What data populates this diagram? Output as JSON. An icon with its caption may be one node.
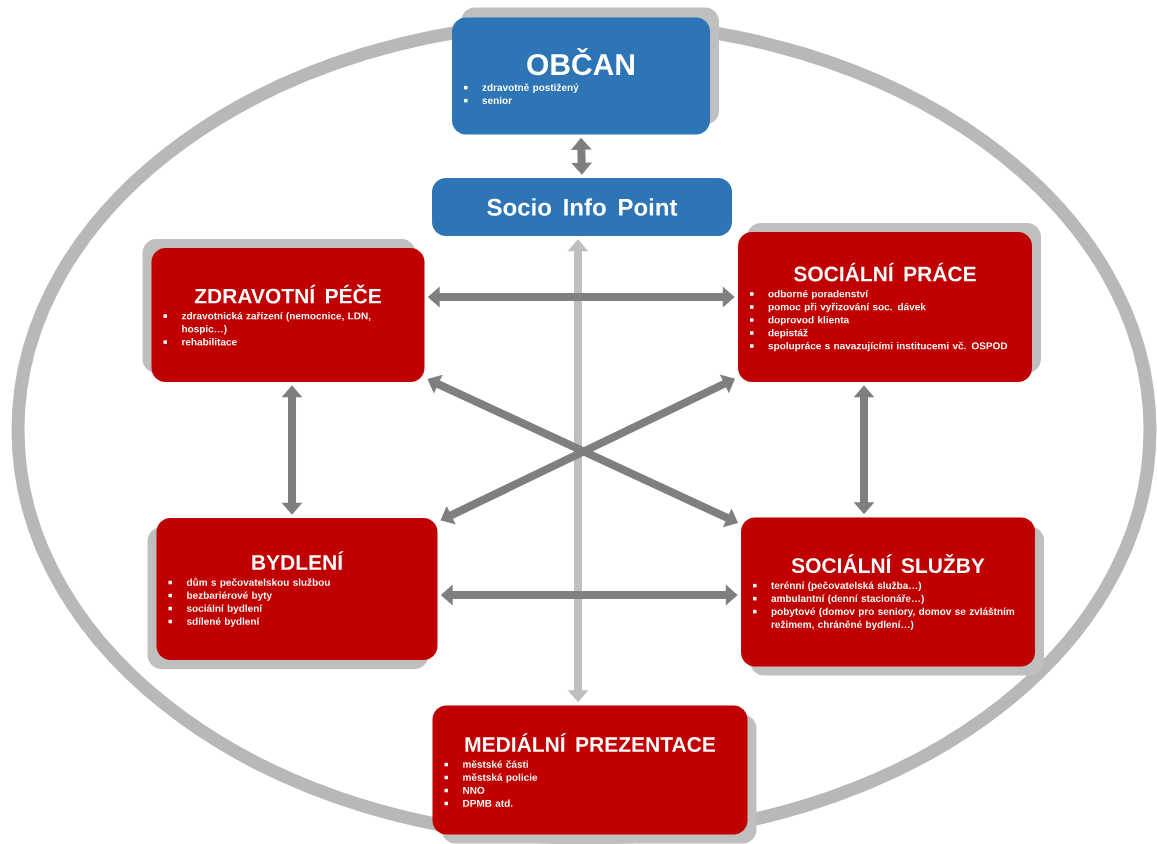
{
  "diagram": {
    "nodes": [
      {
        "text": [
          "OBČAN",
          "zdravotně postižený",
          "senior"
        ]
      },
      {
        "text": [
          "Socio Info Point"
        ]
      },
      {
        "text": [
          "ZDRAVOTNÍ PÉČE",
          "zdravotnická zařízení (nemocnice, LDN, hospic…)",
          "rehabilitace"
        ]
      },
      {
        "text": [
          "SOCIÁLNÍ PRÁCE",
          "odborné poradenství",
          "pomoc při vyřizování soc. dávek",
          "doprovod klienta",
          "depistáž",
          "spolupráce s navazujícími institucemi vč. OSPOD"
        ]
      },
      {
        "text": [
          "BYDLENÍ",
          "dům s pečovatelskou službou",
          "bezbariérové byty",
          "sociální bydlení",
          "sdílené bydlení"
        ]
      },
      {
        "text": [
          "SOCIÁLNÍ SLUŽBY",
          "terénní (pečovatelská služba…)",
          "ambulantní (denní stacionáře…)",
          "pobytové (domov pro seniory, domov se zvláštním režimem, chráněné bydlení…)"
        ]
      },
      {
        "text": [
          "MEDIÁLNÍ PREZENTACE",
          "městské části",
          "městská policie",
          "NNO",
          "DPMB atd."
        ]
      }
    ],
    "edges": [
      {
        "from": 0,
        "to": 1,
        "arrow": "both"
      },
      {
        "from": 1,
        "to": 6,
        "arrow": "both",
        "color": "#bfbfbf"
      },
      {
        "from": 2,
        "to": 3,
        "arrow": "both"
      },
      {
        "from": 2,
        "to": 4,
        "arrow": "both"
      },
      {
        "from": 3,
        "to": 5,
        "arrow": "both"
      },
      {
        "from": 2,
        "to": 5,
        "arrow": "both"
      },
      {
        "from": 4,
        "to": 3,
        "arrow": "both"
      },
      {
        "from": 4,
        "to": 5,
        "arrow": "both"
      }
    ]
  }
}
